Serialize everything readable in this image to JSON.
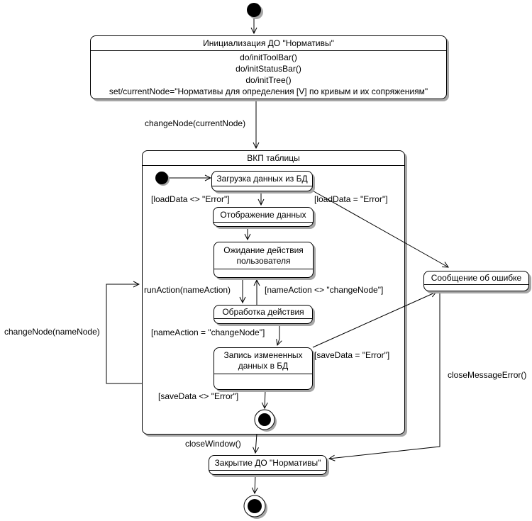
{
  "init_state": {
    "title": "Инициализация ДО \"Нормативы\"",
    "actions": [
      "do/initToolBar()",
      "do/initStatusBar()",
      "do/initTree()",
      "set/currentNode=\"Нормативы для определения [V] по кривым и их сопряжениям\""
    ]
  },
  "composite": {
    "title": "ВКП таблицы"
  },
  "states": {
    "load": "Загрузка данных из БД",
    "display": "Отображение данных",
    "wait_1": "Ожидание действия",
    "wait_2": "пользователя",
    "process": "Обработка действия",
    "save_1": "Запись измененных",
    "save_2": "данных в БД",
    "error": "Сообщение об ошибке",
    "close": "Закрытие ДО \"Нормативы\""
  },
  "transitions": {
    "change_node_current": "changeNode(currentNode)",
    "load_ok": "[loadData <> \"Error\"]",
    "load_err": "[loadData = \"Error\"]",
    "run_action": "runAction(nameAction)",
    "action_not_change": "[nameAction <> \"changeNode\"]",
    "action_change": "[nameAction = \"changeNode\"]",
    "save_err": "[saveData = \"Error\"]",
    "save_ok": "[saveData <> \"Error\"]",
    "change_node_name": "changeNode(nameNode)",
    "close_window": "closeWindow()",
    "close_message_error": "closeMessageError()"
  },
  "colors": {
    "line": "#000000",
    "shadow": "#a6a6a6",
    "fill": "#ffffff"
  }
}
